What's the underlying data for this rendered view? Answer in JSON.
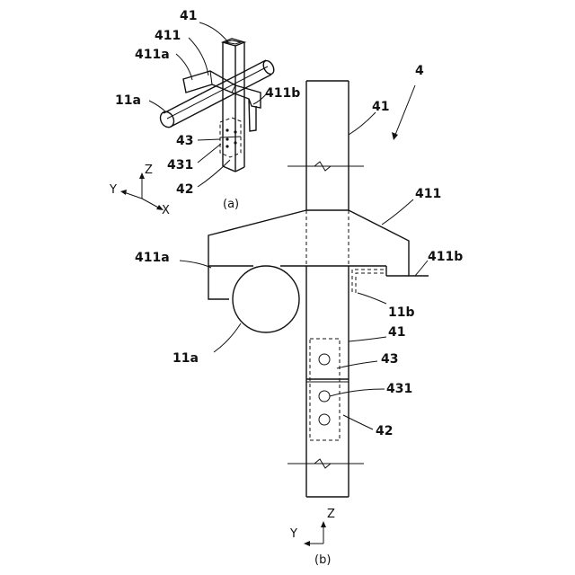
{
  "labels": {
    "assembly": "4",
    "post": "41",
    "bracket": "411",
    "bracket_a": "411a",
    "bracket_b": "411b",
    "rod": "11a",
    "edge": "11b",
    "plate": "43",
    "hole": "431",
    "lower": "42"
  },
  "axes_a": {
    "z": "Z",
    "y": "Y",
    "x": "X"
  },
  "axes_b": {
    "z": "Z",
    "y": "Y"
  },
  "captions": {
    "a": "(a)",
    "b": "(b)"
  }
}
